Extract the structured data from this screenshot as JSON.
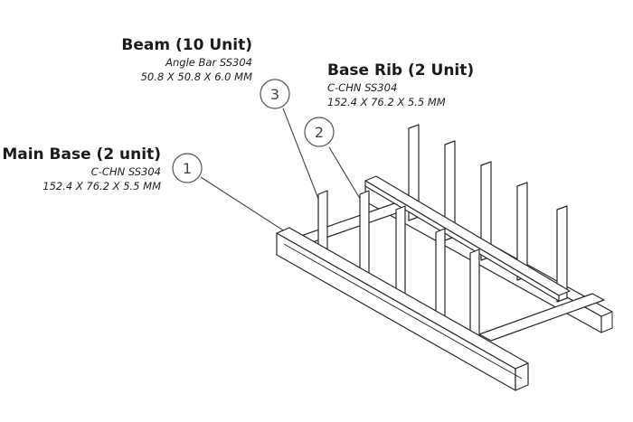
{
  "labels": {
    "beam": {
      "title": "Beam (10 Unit)",
      "line1": "Angle Bar SS304",
      "line2": "50.8 X 50.8 X 6.0 MM"
    },
    "base_rib": {
      "title": "Base Rib (2 Unit)",
      "line1": "C-CHN SS304",
      "line2": "152.4 X 76.2 X 5.5 MM"
    },
    "main_base": {
      "title": "Main Base (2 unit)",
      "line1": "C-CHN SS304",
      "line2": "152.4 X 76.2 X 5.5 MM"
    }
  },
  "callouts": {
    "one": "1",
    "two": "2",
    "three": "3"
  }
}
